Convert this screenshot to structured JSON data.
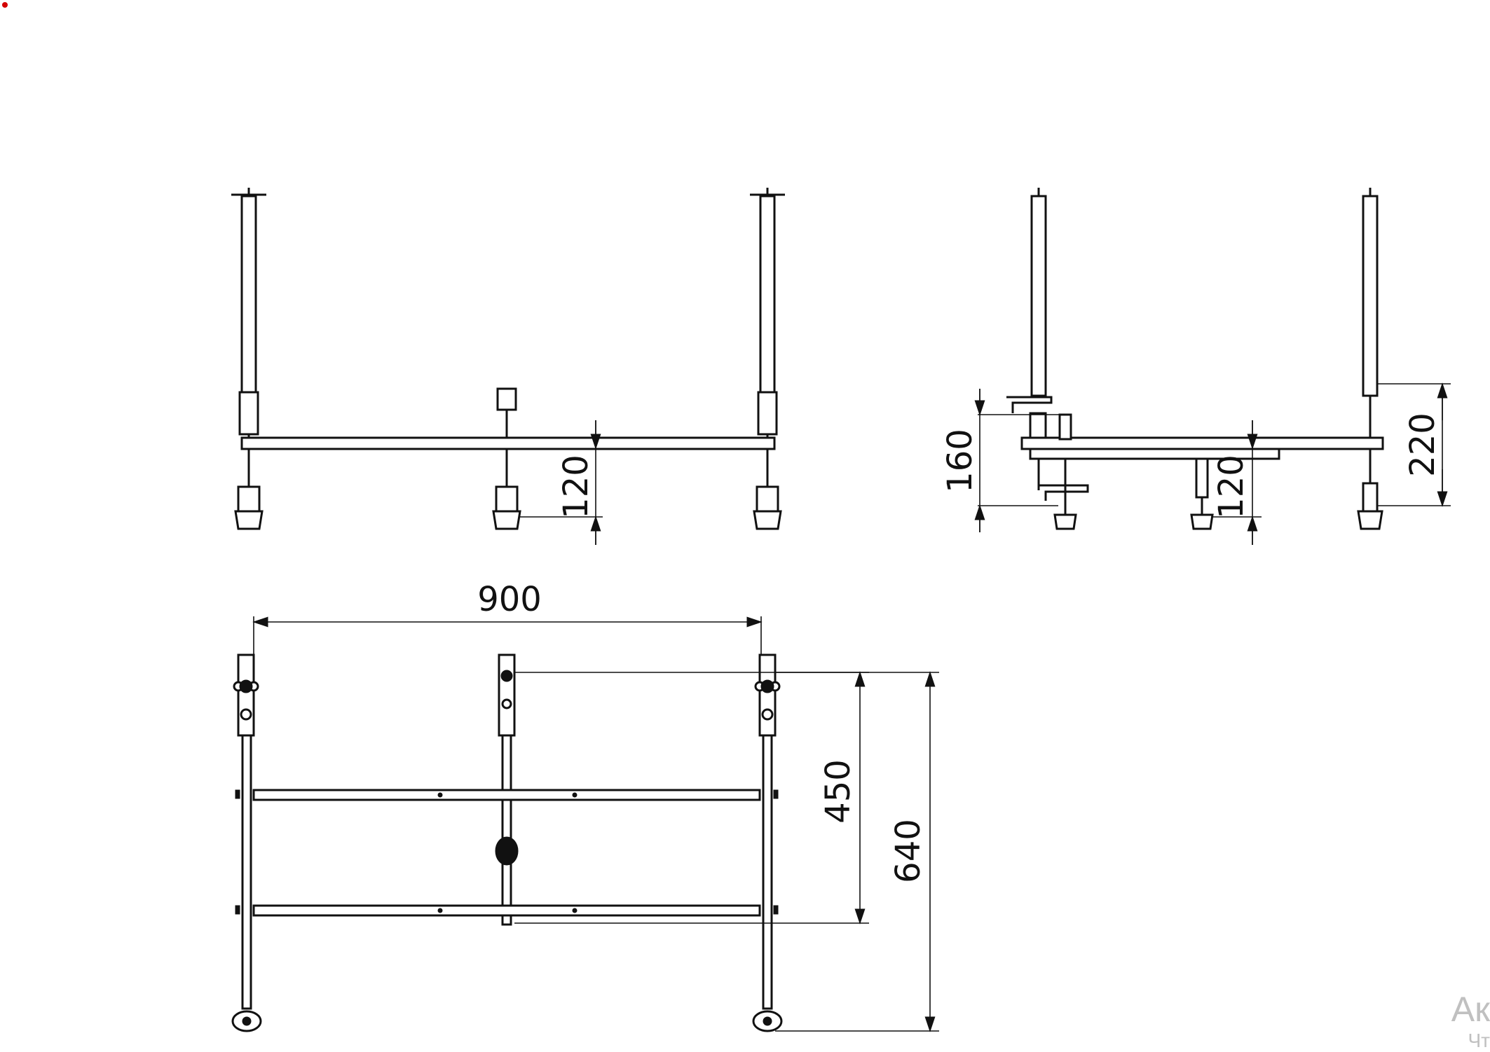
{
  "dimensions": {
    "front_height": "120",
    "side_left_height": "160",
    "side_mid_height": "120",
    "side_right_height": "220",
    "top_width": "900",
    "top_inner_length": "450",
    "top_outer_length": "640"
  },
  "watermark": {
    "line1": "Ак",
    "line2": "Чт"
  },
  "colors": {
    "line": "#111111",
    "background": "#ffffff",
    "watermark": "#c0c0c0",
    "marker": "#d40000"
  }
}
